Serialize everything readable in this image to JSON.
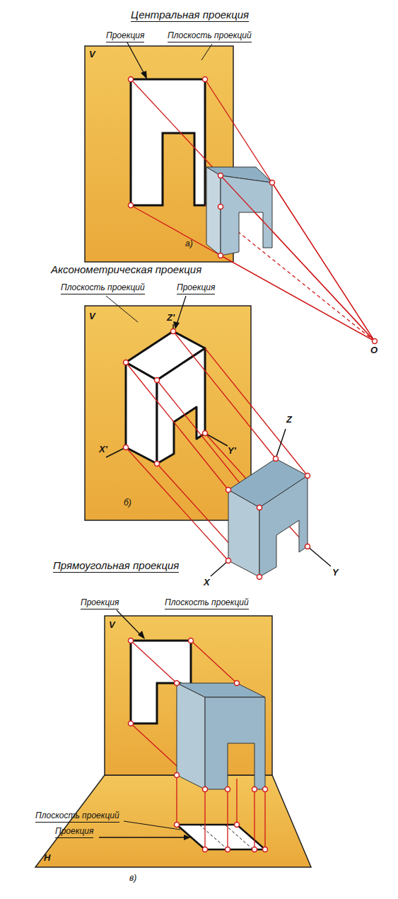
{
  "diagram": {
    "labels": [
      "Центральная проекция",
      "Проекция",
      "Плоскость проекций",
      "V",
      "а)",
      "O",
      "Аксонометрическая проекция",
      "Плоскость проекций",
      "Проекция",
      "V",
      "Z'",
      "X'",
      "Y'",
      "б)",
      "Z",
      "Y",
      "Прямоугольная проекция",
      "X",
      "Проекция",
      "Плоскость проекций",
      "V",
      "Плоскость проекций",
      "Проекция",
      "H",
      "в)"
    ]
  }
}
